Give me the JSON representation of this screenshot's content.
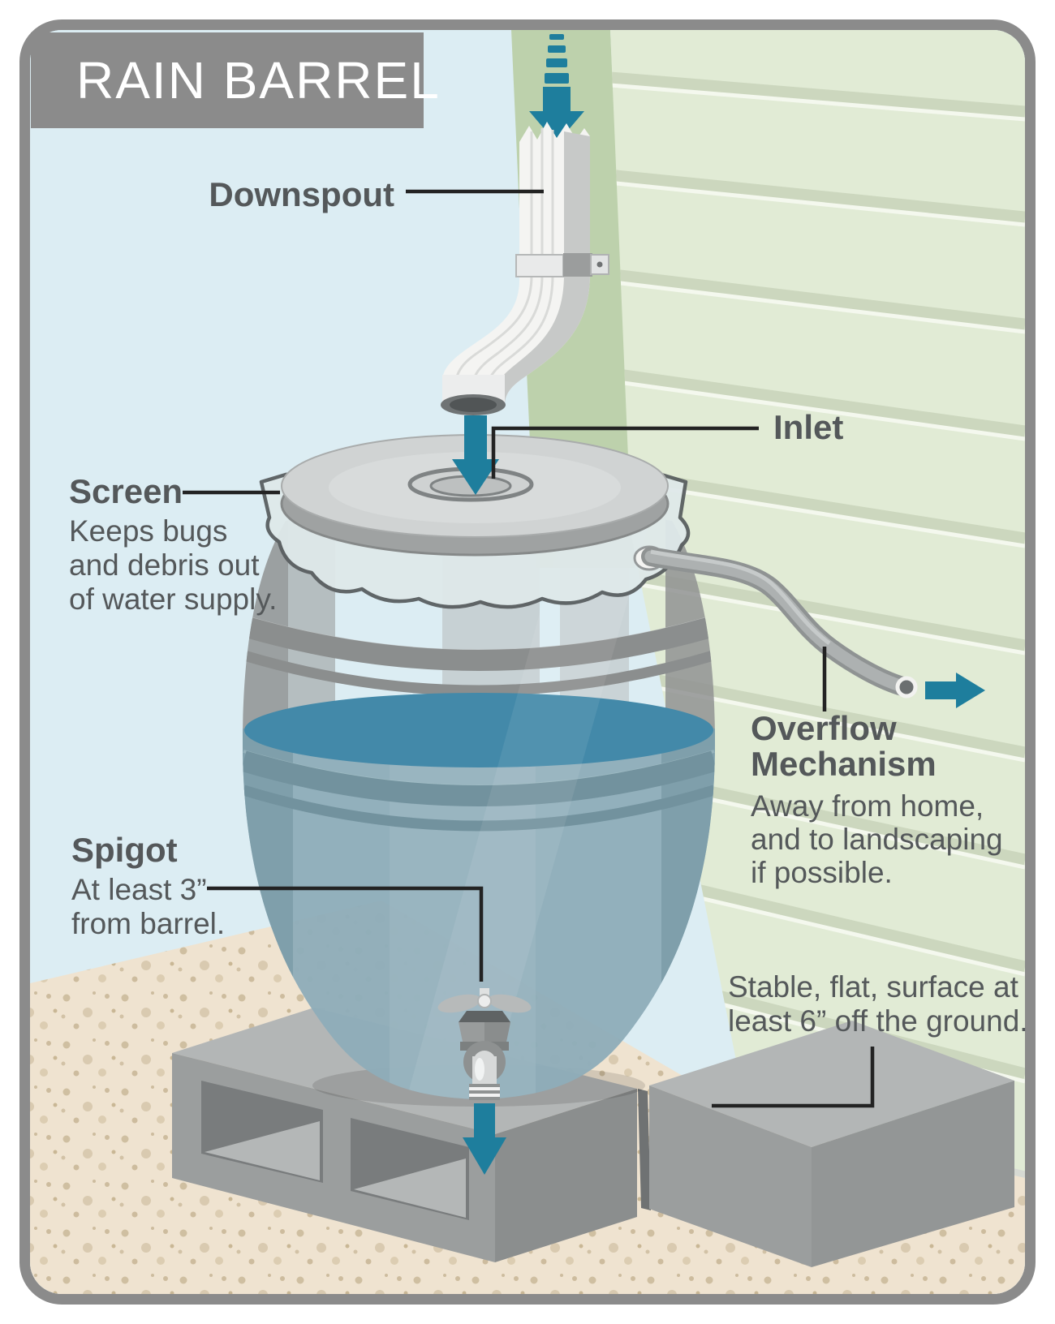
{
  "title": "RAIN BARREL",
  "labels": {
    "downspout": {
      "heading": "Downspout"
    },
    "inlet": {
      "heading": "Inlet"
    },
    "screen": {
      "heading": "Screen",
      "body": "Keeps bugs\nand debris out\nof water supply."
    },
    "spigot": {
      "heading": "Spigot",
      "body": "At least 3”\nfrom barrel."
    },
    "overflow": {
      "heading": "Overflow\nMechanism",
      "body": "Away from home,\nand to landscaping\nif possible."
    },
    "surface": {
      "body": "Stable, flat, surface at\nleast 6” off the ground."
    }
  },
  "colors": {
    "frame_gray": "#8b8b8b",
    "title_bg": "#8b8b8b",
    "title_text": "#ffffff",
    "label_text": "#54585a",
    "leader_line": "#232323",
    "arrow_teal": "#1e7e9d",
    "sky": "#dcedf3",
    "siding": "#e1ebd5",
    "siding_corner": "#bdd1ac",
    "sand": "#efe3d0",
    "water": "#4389a9",
    "barrel_gray": "#a8abab",
    "barrel_submerged": "#8fadb9"
  },
  "icons": {
    "flow_arrows": "arrow-down-icon / arrow-right-icon meaning water flow direction"
  }
}
